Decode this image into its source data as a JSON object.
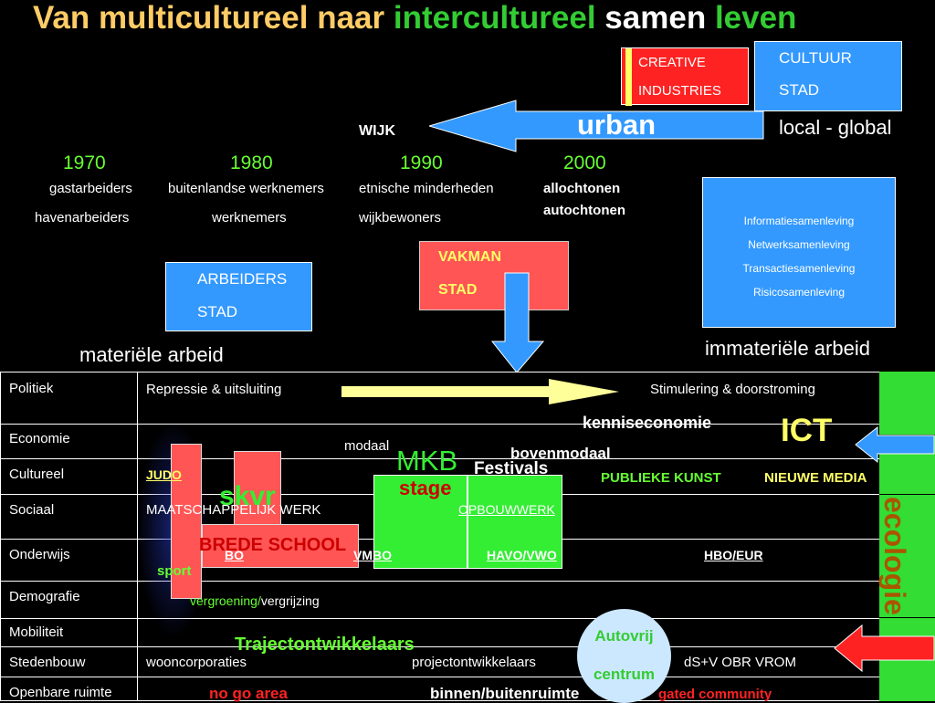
{
  "title": {
    "part1": "Van multicultureel naar ",
    "part2": "intercultureel",
    "part3": " samen ",
    "part4": "leven"
  },
  "top": {
    "creative1": "CREATIVE",
    "creative2": "INDUSTRIES",
    "cultuur1": "CULTUUR",
    "cultuur2": "STAD",
    "urban": "urban",
    "wijk": "WIJK",
    "local_global": "local - global"
  },
  "timeline": {
    "years": [
      "1970",
      "1980",
      "1990",
      "2000"
    ],
    "row1": [
      "gastarbeiders",
      "buitenlandse werknemers",
      "etnische minderheden",
      "allochtonen"
    ],
    "row2": [
      "havenarbeiders",
      "werknemers",
      "wijkbewoners",
      "autochtonen"
    ]
  },
  "boxes": {
    "arbeiders1": "ARBEIDERS",
    "arbeiders2": "STAD",
    "vakman1": "VAKMAN",
    "vakman2": "STAD",
    "info": [
      "Informatiesamenleving",
      "Netwerksamenleving",
      "Transactiesamenleving",
      "Risicosamenleving"
    ],
    "materieel": "materiële arbeid",
    "immaterieel": "immateriële arbeid"
  },
  "table": {
    "rows": [
      "Politiek",
      "Economie",
      "Cultureel",
      "Sociaal",
      "Onderwijs",
      "Demografie",
      "Mobiliteit",
      "Stedenbouw",
      "Openbare ruimte"
    ],
    "repressie": "Repressie & uitsluiting",
    "stimulering": "Stimulering & doorstroming",
    "kenniseconomie": "kenniseconomie",
    "ict": "ICT",
    "modaal": "modaal",
    "mkb": "MKB",
    "bovenmodaal": "bovenmodaal",
    "judo": "JUDO",
    "festivals": "Festivals",
    "publieke_kunst": "PUBLIEKE KUNST",
    "nieuwe_media": "NIEUWE MEDIA",
    "skvr": "skvr",
    "stage": "stage",
    "maatschappelijk": "MAATSCHAPPELIJK WERK",
    "opbouwwerk": "OPBOUWWERK",
    "brede_school": "BREDE SCHOOL",
    "bo": "BO",
    "vmbo": "VMBO",
    "havo": "HAVO/VWO",
    "hbo": "HBO/EUR",
    "sport": "sport",
    "vergroening": "vergroening/",
    "vergrijzing": "vergrijzing",
    "trajectontwikkelaars": "Trajectontwikkelaars",
    "autovrij1": "Autovrij",
    "autovrij2": "centrum",
    "wooncorporaties": "wooncorporaties",
    "projectontwikkelaars": "projectontwikkelaars",
    "dsv": "dS+V  OBR  VROM",
    "nogo": "no go area",
    "binnen": "binnen/buitenruimte",
    "gated": "gated community",
    "ecologie": "ecologie"
  },
  "colors": {
    "blue": "#3399ff",
    "red": "#ff5555",
    "green": "#33dd33",
    "yellow": "#ffff66",
    "orange_title": "#ffcc66"
  }
}
